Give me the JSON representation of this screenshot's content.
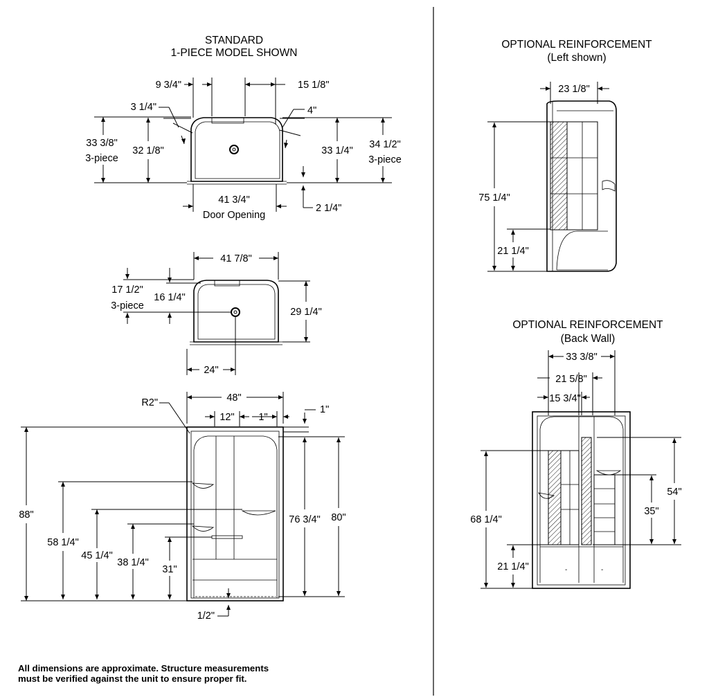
{
  "titles": {
    "standard_line1": "STANDARD",
    "standard_line2": "1-PIECE MODEL SHOWN",
    "opt_left_line1": "OPTIONAL REINFORCEMENT",
    "opt_left_line2": "(Left shown)",
    "opt_back_line1": "OPTIONAL REINFORCEMENT",
    "opt_back_line2": "(Back Wall)"
  },
  "top_view": {
    "d_9_3_4": "9 3/4\"",
    "d_15_1_8": "15 1/8\"",
    "d_3_1_4": "3 1/4\"",
    "d_4": "4\"",
    "d_33_3_8": "33 3/8\"",
    "d_33_3_8_sub": "3-piece",
    "d_32_1_8": "32 1/8\"",
    "d_33_1_4": "33 1/4\"",
    "d_34_1_2": "34 1/2\"",
    "d_34_1_2_sub": "3-piece",
    "d_41_3_4": "41 3/4\"",
    "d_41_3_4_sub": "Door Opening",
    "d_2_1_4": "2 1/4\""
  },
  "base_view": {
    "d_41_7_8": "41 7/8\"",
    "d_17_1_2": "17 1/2\"",
    "d_17_1_2_sub": "3-piece",
    "d_16_1_4": "16 1/4\"",
    "d_29_1_4": "29 1/4\"",
    "d_24": "24\""
  },
  "front_view": {
    "d_r2": "R2\"",
    "d_48": "48\"",
    "d_12": "12\"",
    "d_1a": "1\"",
    "d_1b": "1\"",
    "d_88": "88\"",
    "d_58_1_4": "58 1/4\"",
    "d_45_1_4": "45 1/4\"",
    "d_38_1_4": "38 1/4\"",
    "d_31": "31\"",
    "d_76_3_4": "76 3/4\"",
    "d_80": "80\"",
    "d_1_2": "1/2\""
  },
  "left_reinf": {
    "d_23_1_8": "23 1/8\"",
    "d_75_1_4": "75 1/4\"",
    "d_21_1_4": "21 1/4\""
  },
  "back_reinf": {
    "d_33_3_8": "33 3/8\"",
    "d_21_5_8": "21 5/8\"",
    "d_15_3_4": "15 3/4\"",
    "d_54": "54\"",
    "d_35": "35\"",
    "d_68_1_4": "68 1/4\"",
    "d_21_1_4": "21 1/4\""
  },
  "footnote": {
    "line1": "All dimensions are approximate. Structure measurements",
    "line2": "must be verified against the unit to ensure proper fit."
  }
}
